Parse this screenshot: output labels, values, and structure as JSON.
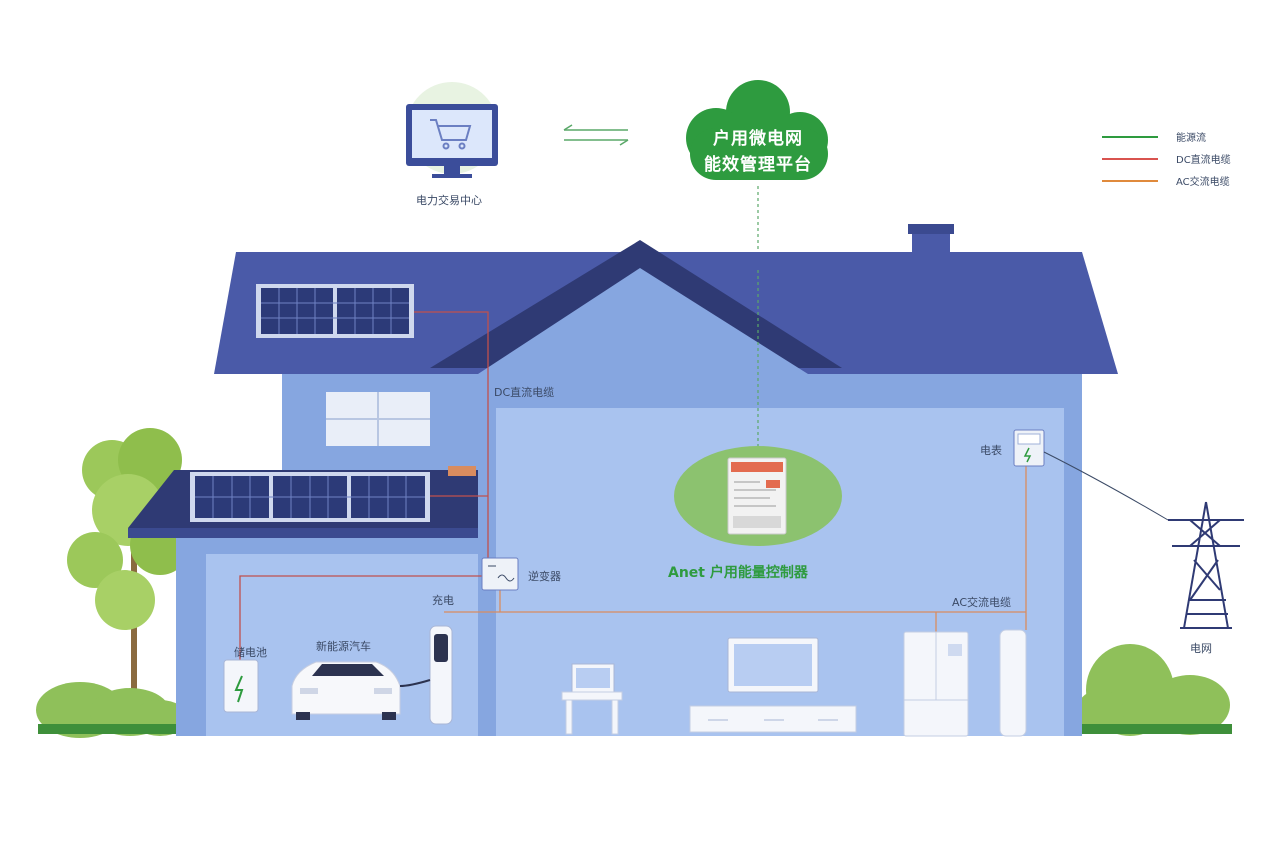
{
  "cloud": {
    "line1": "户用微电网",
    "line2": "能效管理平台"
  },
  "trading_center": {
    "label": "电力交易中心"
  },
  "legend": [
    {
      "label": "能源流",
      "color": "#2e9b3f"
    },
    {
      "label": "DC直流电缆",
      "color": "#d9534f"
    },
    {
      "label": "AC交流电缆",
      "color": "#e08a3c"
    }
  ],
  "labels": {
    "dc_cable": "DC直流电缆",
    "meter": "电表",
    "inverter": "逆变器",
    "charging_pile": "充电",
    "battery": "储电池",
    "ev": "新能源汽车",
    "ac_cable": "AC交流电缆",
    "grid": "电网"
  },
  "controller": {
    "title": "Anet 户用能量控制器"
  },
  "colors": {
    "roof": "#4a5aa8",
    "wall": "#86a6e0",
    "wall_inner": "#a9c3ef",
    "accent_green": "#2e9b3f",
    "cable_red": "#c0504d",
    "cable_orange": "#d98c5f"
  }
}
